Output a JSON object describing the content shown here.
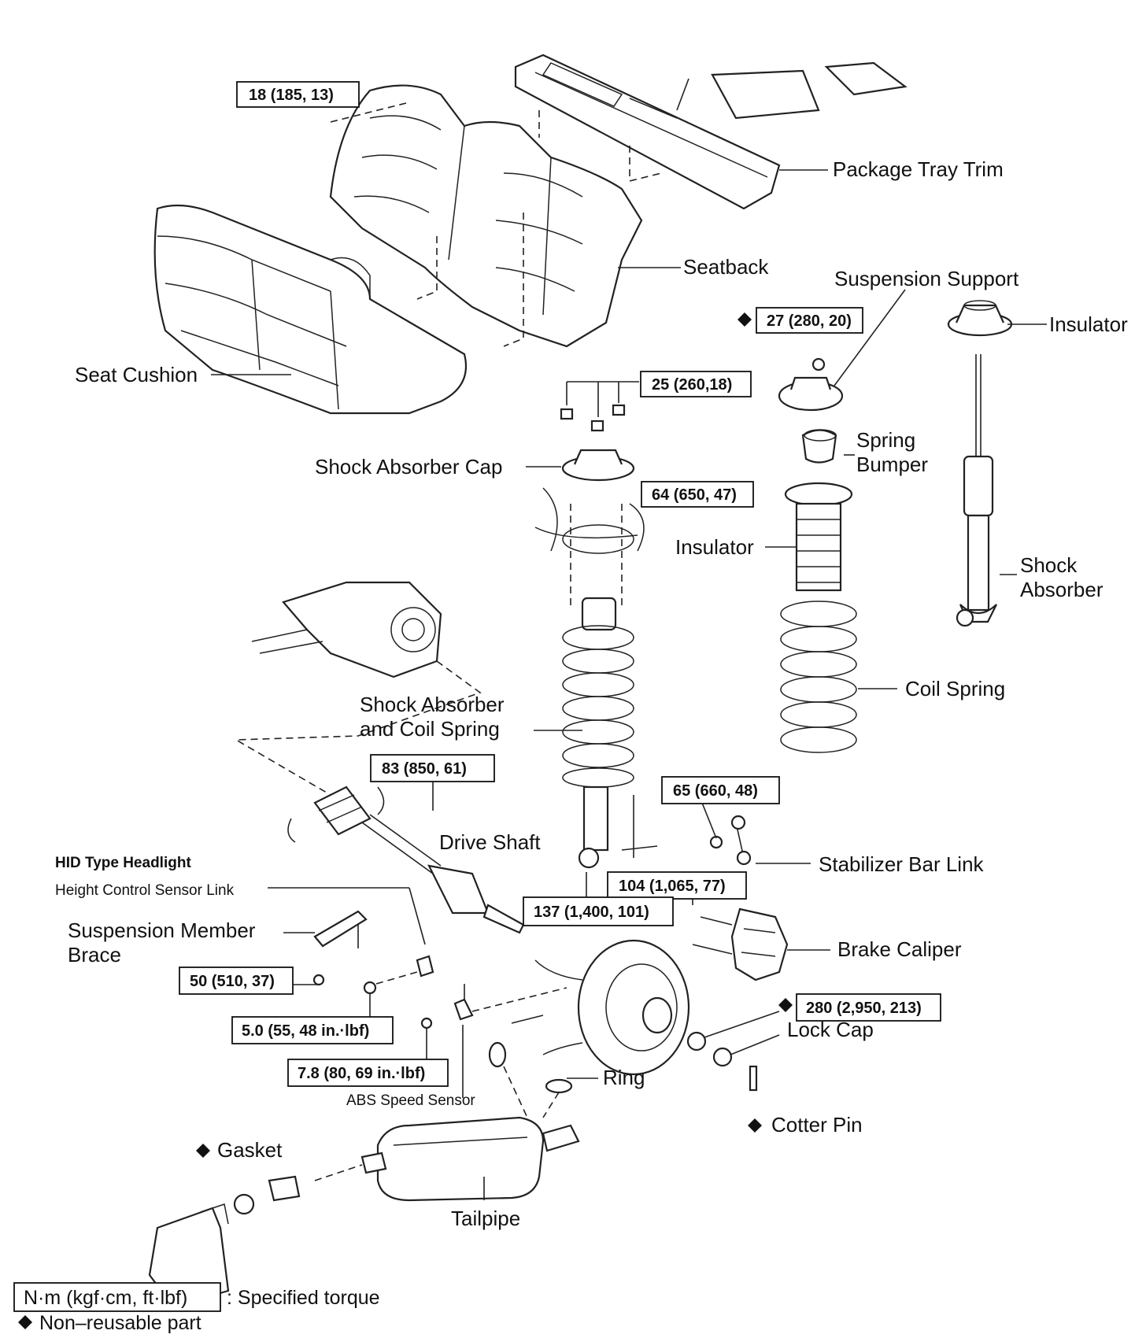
{
  "parts": {
    "package_tray_trim": "Package Tray Trim",
    "seatback": "Seatback",
    "suspension_support": "Suspension Support",
    "insulator_top": "Insulator",
    "seat_cushion": "Seat Cushion",
    "shock_absorber_cap": "Shock Absorber Cap",
    "spring_bumper_1": "Spring",
    "spring_bumper_2": "Bumper",
    "insulator_mid": "Insulator",
    "shock_absorber_1": "Shock",
    "shock_absorber_2": "Absorber",
    "shock_coil_1": "Shock  Absorber",
    "shock_coil_2": "and Coil Spring",
    "coil_spring": "Coil Spring",
    "drive_shaft": "Drive Shaft",
    "hid_title": "HID Type Headlight",
    "height_sensor_link": "Height Control Sensor Link",
    "stabilizer_bar_link": "Stabilizer Bar Link",
    "suspension_member_1": "Suspension  Member",
    "suspension_member_2": "Brace",
    "brake_caliper": "Brake Caliper",
    "lock_cap": "Lock Cap",
    "ring": "Ring",
    "abs_speed_sensor": "ABS Speed Sensor",
    "cotter_pin": "Cotter Pin",
    "gasket": "Gasket",
    "tailpipe": "Tailpipe"
  },
  "torques": {
    "t_seatback": "18 (185, 13)",
    "t_support": "27 (280, 20)",
    "t_cap": "25 (260,18)",
    "t_cap_nuts": "64 (650, 47)",
    "t_drive": "83 (850, 61)",
    "t_stab": "65 (660, 48)",
    "t_caliper": "104 (1,065, 77)",
    "t_lower": "137 (1,400, 101)",
    "t_brace": "50 (510, 37)",
    "t_sensor_link": "5.0 (55, 48 in.·lbf)",
    "t_abs": "7.8 (80, 69 in.·lbf)",
    "t_hub": "280 (2,950, 213)"
  },
  "legend": {
    "torque_unit": "N·m (kgf·cm, ft·lbf)",
    "torque_desc": ": Specified torque",
    "non_reusable": "Non–reusable part"
  },
  "symbols": {
    "non_reusable_marker": "diamond-icon"
  }
}
